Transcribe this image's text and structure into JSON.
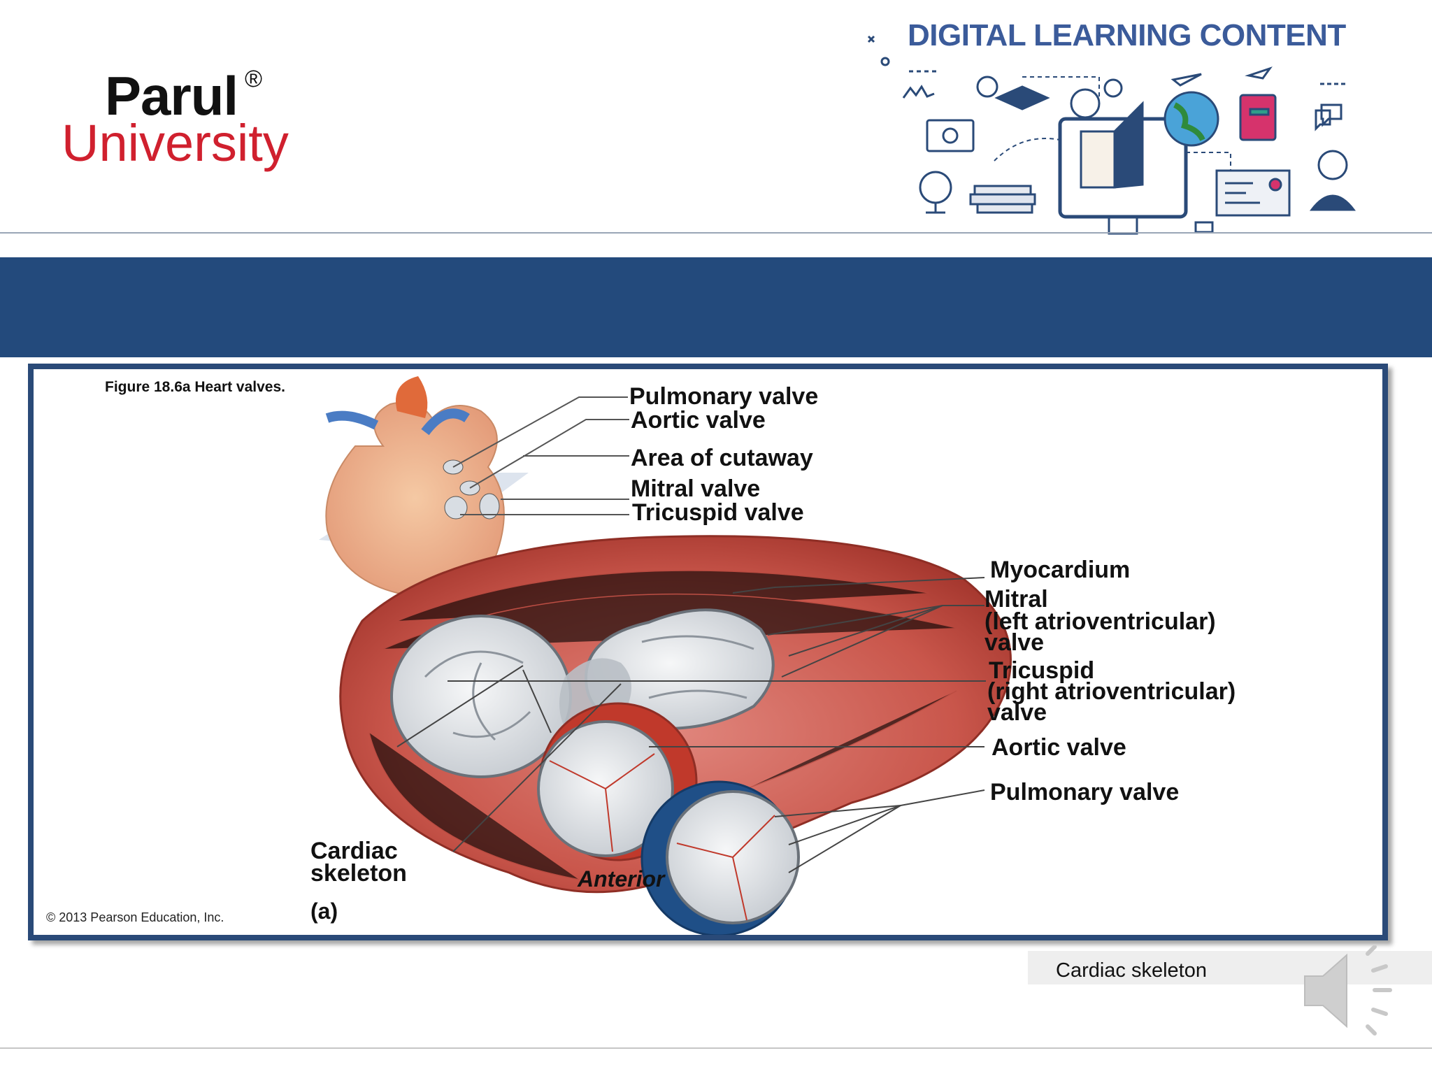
{
  "header": {
    "logo_name": "Parul",
    "logo_reg": "®",
    "logo_sub": "University",
    "dlc_title": "DIGITAL LEARNING CONTENT"
  },
  "figure": {
    "title": "Figure 18.6a  Heart valves.",
    "copyright": "© 2013 Pearson Education, Inc.",
    "panel": "(a)",
    "orientation": "Anterior",
    "top_labels": [
      "Pulmonary valve",
      "Aortic valve",
      "Area of cutaway",
      "Mitral valve",
      "Tricuspid valve"
    ],
    "right_labels": {
      "myocardium": "Myocardium",
      "mitral": [
        "Mitral",
        "(left atrioventricular)",
        "valve"
      ],
      "tricuspid": [
        "Tricuspid",
        "(right atrioventricular)",
        "valve"
      ],
      "aortic": "Aortic valve",
      "pulmonary": "Pulmonary valve"
    },
    "skeleton": [
      "Cardiac",
      "skeleton"
    ]
  },
  "caption": "Cardiac skeleton",
  "icons": {
    "speaker": "speaker-icon"
  }
}
